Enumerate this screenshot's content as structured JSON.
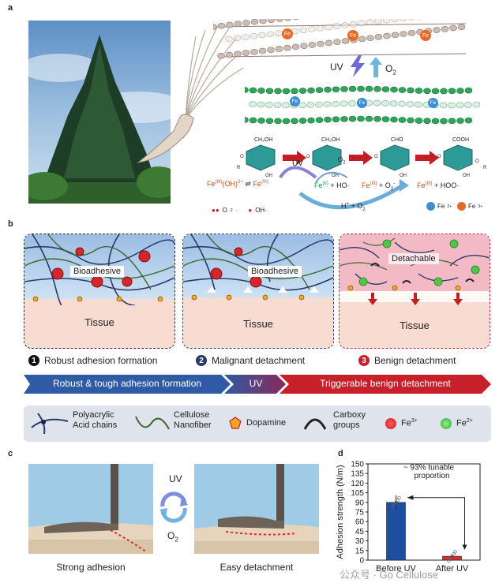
{
  "panel_labels": {
    "a": "a",
    "b": "b",
    "c": "c",
    "d": "d"
  },
  "panel_a": {
    "uv": "UV",
    "o2": "O",
    "o2_sub": "2",
    "fe_badge": "Fe",
    "fe_oh": "Fe",
    "fe_oh_sup": "(III)",
    "fe_oh_rest": "(OH)",
    "fe_oh_sup2": "2+",
    "fe_iii_1": "Fe",
    "fe_iii_1_sup": "(III)",
    "uv2": "UV",
    "o2_2": "O",
    "o2_2_sub": "2",
    "fe_ii": "Fe",
    "fe_ii_sup": "(II)",
    "ho": "+ HO·",
    "fe_iii_2": "Fe",
    "fe_iii_2_sup": "(III)",
    "o2_radical": "+ O",
    "o2_radical_sub": "2",
    "o2_radical_sup": "-",
    "fe_iii_3": "Fe",
    "fe_iii_3_sup": "(III)",
    "hoo": "+ HOO·",
    "hplus": "H",
    "hplus_sup": "+",
    "hplus_rest": " + O",
    "hplus_sub": "2",
    "hplus_sup2": "-",
    "legend_o2": "O",
    "legend_o2_sub": "2",
    "legend_o2_sup": "-",
    "legend_oh": "OH·",
    "legend_fe2": "Fe",
    "legend_fe2_sup": "2+",
    "legend_fe3": "Fe",
    "legend_fe3_sup": "3+",
    "glucose_labels": [
      "CH₂OH",
      "CH₂OH",
      "CHO",
      "COOH"
    ]
  },
  "panel_b": {
    "bioadhesive_1": "Bioadhesive",
    "bioadhesive_2": "Bioadhesive",
    "detachable": "Detachable",
    "tissue": "Tissue",
    "steps": [
      {
        "num": "1",
        "label": "Robust adhesion formation",
        "color": "#111111"
      },
      {
        "num": "2",
        "label": "Malignant detachment",
        "color": "#2b3a6b"
      },
      {
        "num": "3",
        "label": "Benign detachment",
        "color": "#c8202a"
      }
    ],
    "bar": {
      "seg1": "Robust & tough adhesion formation",
      "seg2": "UV",
      "seg3": "Triggerable benign detachment"
    },
    "legend": {
      "paa": "Polyacrylic",
      "paa2": "Acid chains",
      "cnf": "Cellulose",
      "cnf2": "Nanofiber",
      "dopamine": "Dopamine",
      "carboxy": "Carboxy",
      "carboxy2": "groups",
      "fe3": "Fe",
      "fe3_sup": "3+",
      "fe2": "Fe",
      "fe2_sup": "2+"
    }
  },
  "panel_c": {
    "uv": "UV",
    "o2": "O",
    "o2_sub": "2",
    "caption_left": "Strong adhesion",
    "caption_right": "Easy detachment"
  },
  "chart_data": {
    "type": "bar",
    "categories": [
      "Before UV",
      "After UV"
    ],
    "values": [
      90,
      6
    ],
    "ylabel": "Adhesion strength (N/m)",
    "ylim": [
      0,
      150
    ],
    "yticks": [
      0,
      15,
      30,
      45,
      60,
      75,
      90,
      105,
      120,
      135,
      150
    ],
    "annotation": "~ 93% tunable proportion",
    "colors": [
      "#1f4ea0",
      "#d92b2b"
    ],
    "grid": false
  },
  "watermark": "公众号 · Go Cellulose"
}
